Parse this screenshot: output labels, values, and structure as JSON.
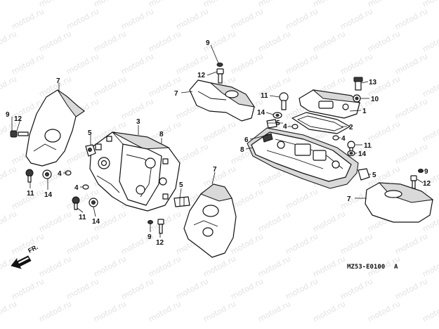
{
  "watermark": {
    "text": "motod.ru"
  },
  "diagram_code": "MZ53-E0100",
  "diagram_code_suffix": "A",
  "direction": {
    "label": "FR."
  },
  "callouts": [
    {
      "id": "c-7a",
      "label": "7"
    },
    {
      "id": "c-9a",
      "label": "9"
    },
    {
      "id": "c-12a",
      "label": "12"
    },
    {
      "id": "c-5a",
      "label": "5"
    },
    {
      "id": "c-3",
      "label": "3"
    },
    {
      "id": "c-8a",
      "label": "8"
    },
    {
      "id": "c-4a",
      "label": "4"
    },
    {
      "id": "c-11a",
      "label": "11"
    },
    {
      "id": "c-14a",
      "label": "14"
    },
    {
      "id": "c-4b",
      "label": "4"
    },
    {
      "id": "c-11b",
      "label": "11"
    },
    {
      "id": "c-14b",
      "label": "14"
    },
    {
      "id": "c-5b",
      "label": "5"
    },
    {
      "id": "c-9b",
      "label": "9"
    },
    {
      "id": "c-12b",
      "label": "12"
    },
    {
      "id": "c-7b",
      "label": "7"
    },
    {
      "id": "c-9c",
      "label": "9"
    },
    {
      "id": "c-12c",
      "label": "12"
    },
    {
      "id": "c-7c",
      "label": "7"
    },
    {
      "id": "c-11c",
      "label": "11"
    },
    {
      "id": "c-14c",
      "label": "14"
    },
    {
      "id": "c-5c",
      "label": "5"
    },
    {
      "id": "c-4c",
      "label": "4"
    },
    {
      "id": "c-6",
      "label": "6"
    },
    {
      "id": "c-8b",
      "label": "8"
    },
    {
      "id": "c-13",
      "label": "13"
    },
    {
      "id": "c-10",
      "label": "10"
    },
    {
      "id": "c-1",
      "label": "1"
    },
    {
      "id": "c-2",
      "label": "2"
    },
    {
      "id": "c-4d",
      "label": "4"
    },
    {
      "id": "c-11d",
      "label": "11"
    },
    {
      "id": "c-14d",
      "label": "14"
    },
    {
      "id": "c-5d",
      "label": "5"
    },
    {
      "id": "c-9d",
      "label": "9"
    },
    {
      "id": "c-12d",
      "label": "12"
    },
    {
      "id": "c-7d",
      "label": "7"
    }
  ]
}
